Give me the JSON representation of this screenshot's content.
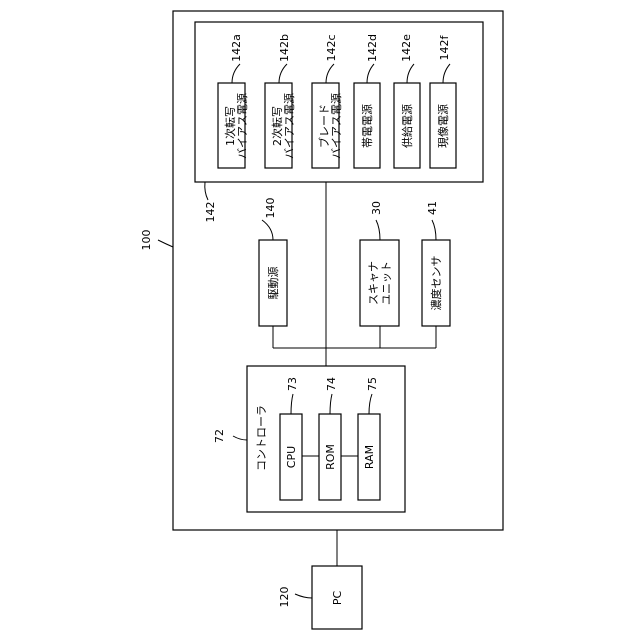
{
  "device": {
    "ref": "100"
  },
  "power_group": {
    "ref": "142",
    "units": [
      {
        "ref": "142a",
        "lines": [
          "1次転写",
          "バイアス電源"
        ]
      },
      {
        "ref": "142b",
        "lines": [
          "2次転写",
          "バイアス電源"
        ]
      },
      {
        "ref": "142c",
        "lines": [
          "ブレード",
          "バイアス電源"
        ]
      },
      {
        "ref": "142d",
        "lines": [
          "帯電電源"
        ]
      },
      {
        "ref": "142e",
        "lines": [
          "供給電源"
        ]
      },
      {
        "ref": "142f",
        "lines": [
          "現像電源"
        ]
      }
    ]
  },
  "drive_source": {
    "ref": "140",
    "label": "駆動源"
  },
  "scanner_unit": {
    "ref": "30",
    "lines": [
      "スキャナ",
      "ユニット"
    ]
  },
  "density_sensor": {
    "ref": "41",
    "label": "濃度センサ"
  },
  "controller": {
    "ref": "72",
    "label": "コントローラ",
    "parts": [
      {
        "ref": "73",
        "label": "CPU"
      },
      {
        "ref": "74",
        "label": "ROM"
      },
      {
        "ref": "75",
        "label": "RAM"
      }
    ]
  },
  "pc": {
    "ref": "120",
    "label": "PC"
  }
}
